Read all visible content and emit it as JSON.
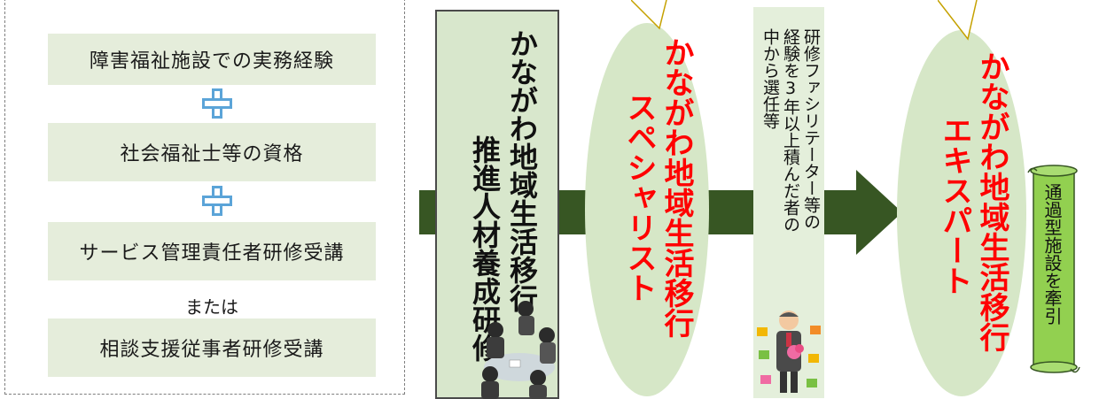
{
  "requirements": {
    "items": [
      "障害福祉施設での実務経験",
      "社会福祉士等の資格",
      "サービス管理責任者研修受講",
      "相談支援従事者研修受講"
    ],
    "or_text": "または"
  },
  "training": {
    "line1": "かながわ地域生活移行",
    "line2": "推進人材養成研修"
  },
  "specialist": {
    "line1": "かながわ地域生活移行",
    "line2": "スペシャリスト"
  },
  "selection": {
    "line1": "研修ファシリテーター等の",
    "line2": "経験を3年以上積んだ者の",
    "line3": "中から選任等"
  },
  "expert": {
    "line1": "かながわ地域生活移行",
    "line2": "エキスパート"
  },
  "scroll": {
    "text": "通過型施設を牽引"
  },
  "colors": {
    "arrow": "#375623",
    "title_red": "#ff0000",
    "panel_green": "#e5eddb",
    "plus_blue": "#5ba4d8"
  }
}
